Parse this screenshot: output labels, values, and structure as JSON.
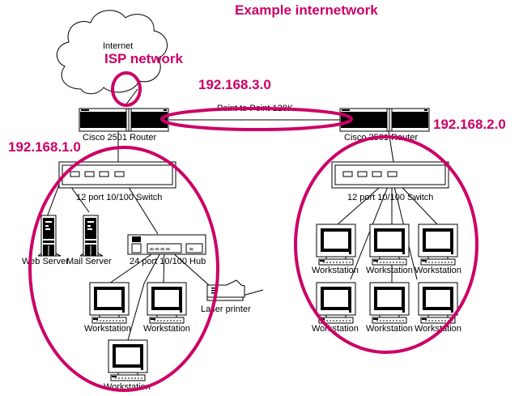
{
  "title": "Example internetwork",
  "accent_color": "#cc0066",
  "annotations": {
    "isp": "ISP network",
    "net_wan": "192.168.3.0",
    "net_left": "192.168.1.0",
    "net_right": "192.168.2.0"
  },
  "cloud": {
    "label": "Internet",
    "icon": "cloud-icon"
  },
  "wan_link": {
    "label": "Point to Point 128K"
  },
  "left_site": {
    "router": {
      "label": "Cisco 2501 Router",
      "icon": "router-icon"
    },
    "switch": {
      "label": "12 port 10/100 Switch",
      "icon": "switch-icon"
    },
    "servers": [
      {
        "label": "Web Server",
        "icon": "server-icon"
      },
      {
        "label": "Mail Server",
        "icon": "server-icon"
      }
    ],
    "hub": {
      "label": "24 port 10/100 Hub",
      "icon": "hub-icon"
    },
    "printer": {
      "label": "Laser printer",
      "icon": "printer-icon"
    },
    "workstations": [
      {
        "label": "Workstation"
      },
      {
        "label": "Workstation"
      },
      {
        "label": "Workstation"
      }
    ]
  },
  "right_site": {
    "router": {
      "label": "Cisco 2501 Router",
      "icon": "router-icon"
    },
    "switch": {
      "label": "12 port 10/100 Switch",
      "icon": "switch-icon"
    },
    "workstations": [
      {
        "label": "Workstation"
      },
      {
        "label": "Workstation"
      },
      {
        "label": "Workstation"
      },
      {
        "label": "Workstation"
      },
      {
        "label": "Workstation"
      },
      {
        "label": "Workstation"
      }
    ]
  }
}
